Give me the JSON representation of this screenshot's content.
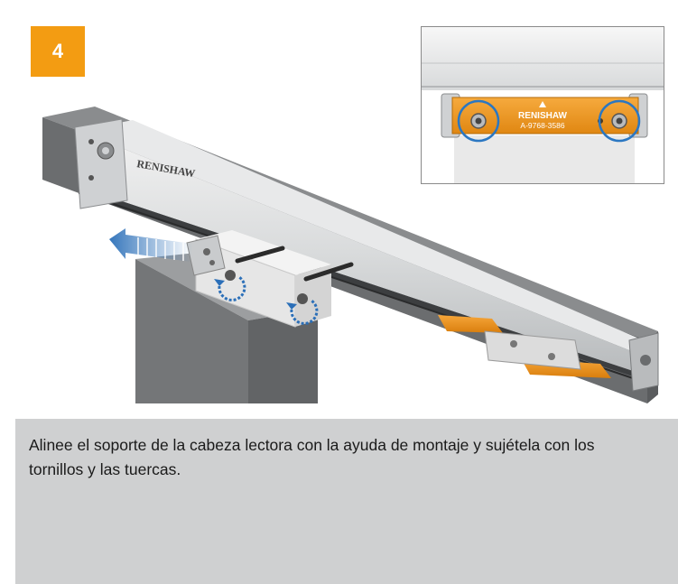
{
  "step": {
    "number": "4"
  },
  "inset": {
    "brand_text": "RENISHAW",
    "part_number": "A-9768-3586"
  },
  "scale": {
    "brand_text": "RENISHAW"
  },
  "instruction": {
    "text": "Alinee el soporte de la cabeza lectora con la ayuda de montaje y sujétela con los tornillos y las tuercas."
  },
  "colors": {
    "accent_orange": "#f39c12",
    "highlight_blue": "#1f6fb5",
    "panel_gray": "#cfd0d1"
  }
}
